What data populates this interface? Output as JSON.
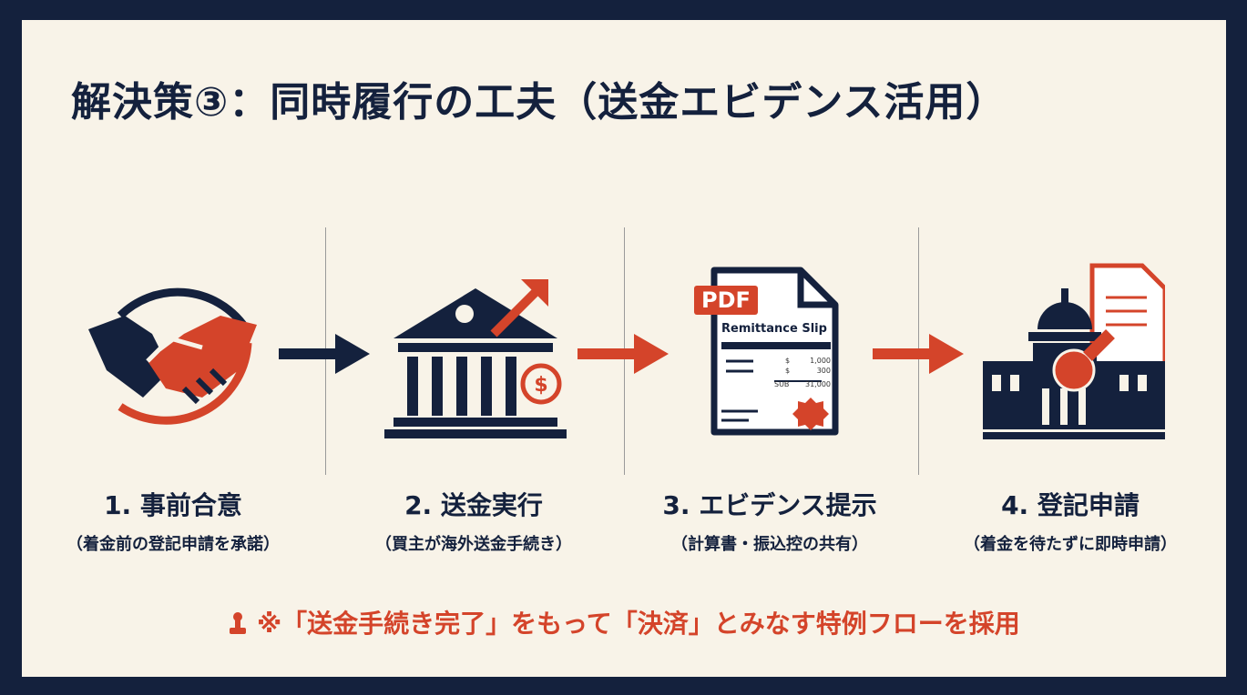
{
  "title": "解決策③：同時履行の工夫（送金エビデンス活用）",
  "steps": [
    {
      "label": "1. 事前合意",
      "sub": "（着金前の登記申請を承諾）",
      "icon": "handshake-icon"
    },
    {
      "label": "2. 送金実行",
      "sub": "（買主が海外送金手続き）",
      "icon": "bank-icon"
    },
    {
      "label": "3. エビデンス提示",
      "sub": "（計算書・振込控の共有）",
      "icon": "document-icon"
    },
    {
      "label": "4. 登記申請",
      "sub": "（着金を待たずに即時申請）",
      "icon": "government-building-icon"
    }
  ],
  "document": {
    "badge": "PDF",
    "heading": "Remittance Slip",
    "rows": [
      {
        "cur": "$",
        "amt": "1,000"
      },
      {
        "cur": "$",
        "amt": "300"
      }
    ],
    "total_label": "SUB",
    "total": "31,000"
  },
  "footer": "※「送金手続き完了」をもって「決済」とみなす特例フローを採用",
  "colors": {
    "navy": "#14213d",
    "red": "#d4442a",
    "background": "#f8f3e8"
  }
}
